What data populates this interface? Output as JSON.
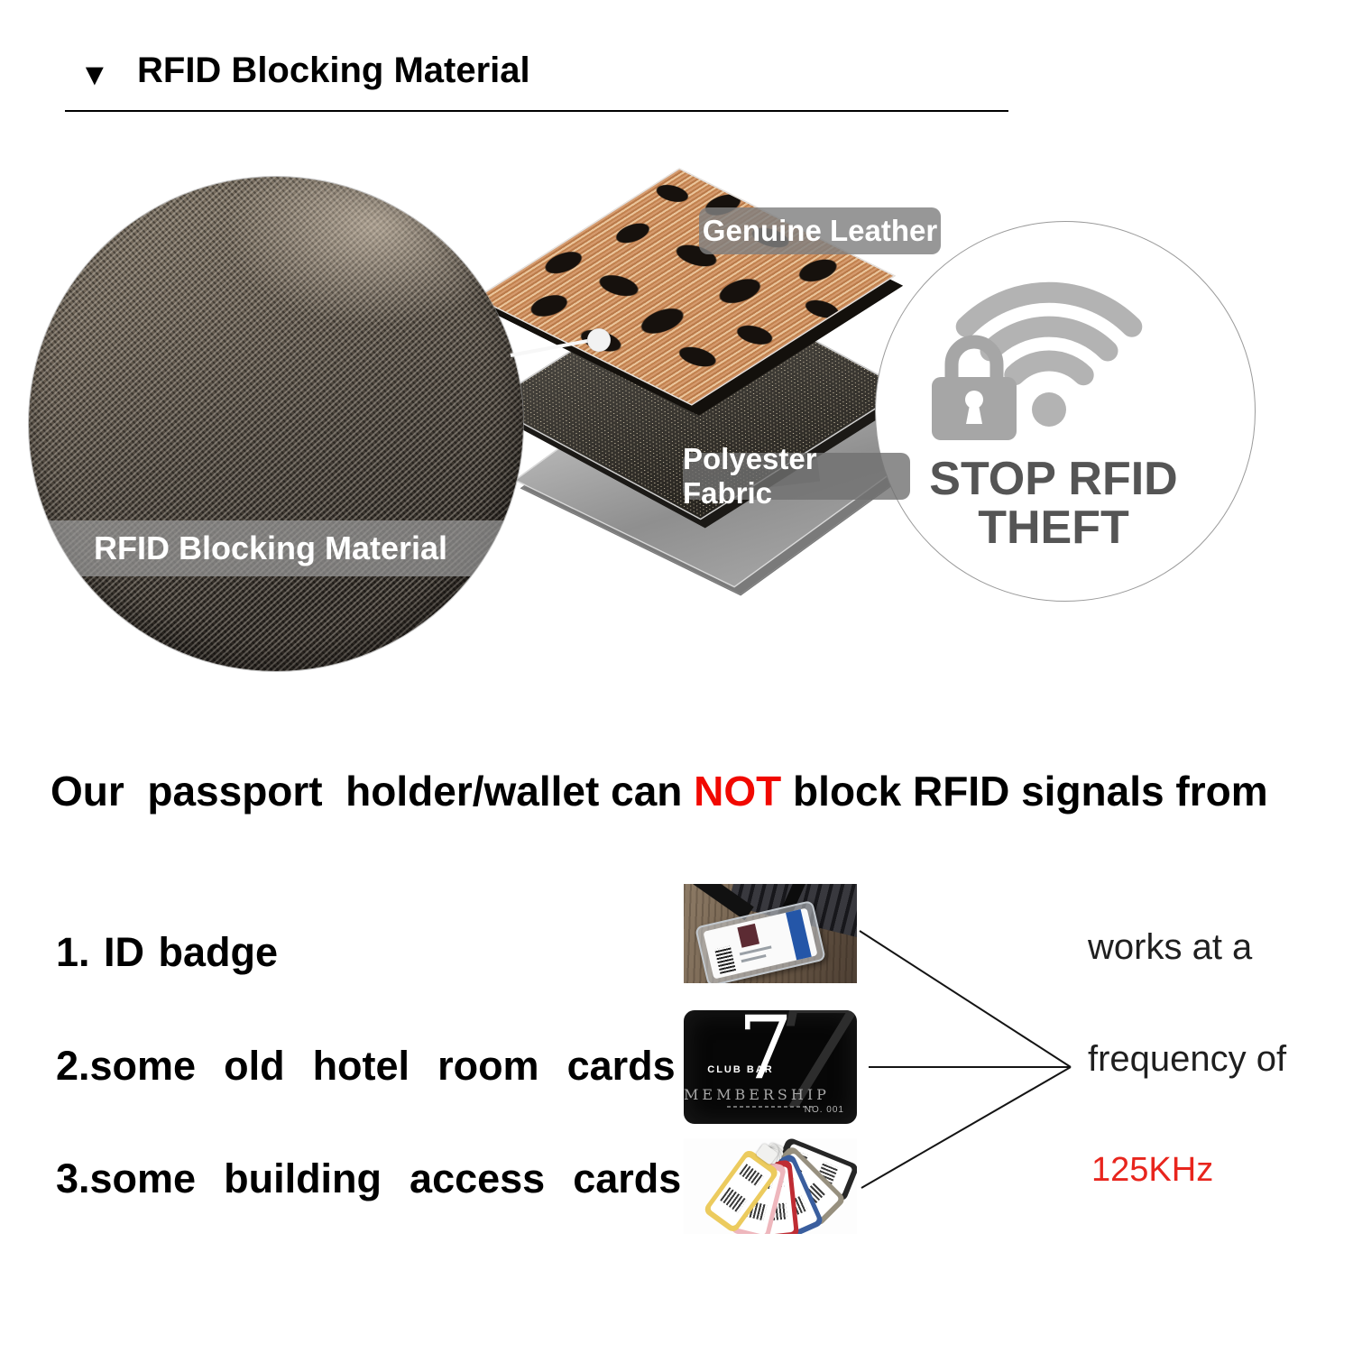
{
  "header": {
    "marker": "▼",
    "title": "RFID Blocking Material"
  },
  "hero": {
    "material_label": "RFID Blocking Material",
    "leather_label": "Genuine Leather",
    "polyester_label": "Polyester Fabric",
    "stop_line1": "STOP RFID",
    "stop_line2": "THEFT"
  },
  "statement": {
    "prefix": "Our  passport  holder/wallet can ",
    "highlight": "NOT",
    "suffix": " block RFID signals from"
  },
  "examples": {
    "items": [
      {
        "label": "1. ID badge"
      },
      {
        "label": "2.some  old  hotel  room  cards"
      },
      {
        "label": "3.some  building  access  cards"
      }
    ],
    "note": {
      "line1": "works at a",
      "line2": "frequency of",
      "value": "125KHz"
    }
  },
  "club_card": {
    "digit": "7",
    "club": "CLUB BAR",
    "membership": "MEMBERSHIP",
    "number": "NO. 001"
  },
  "icons": {
    "section_marker": "down-triangle-icon",
    "stop_badge": "wifi-signal-with-padlock-icon",
    "callout": "callout-dot"
  },
  "colors": {
    "accent_red": "#f10800",
    "freq_red": "#e8251d",
    "stop_text_gray": "#555555",
    "icon_gray": "#b3b3b3",
    "label_bg_gray": "#808080"
  }
}
